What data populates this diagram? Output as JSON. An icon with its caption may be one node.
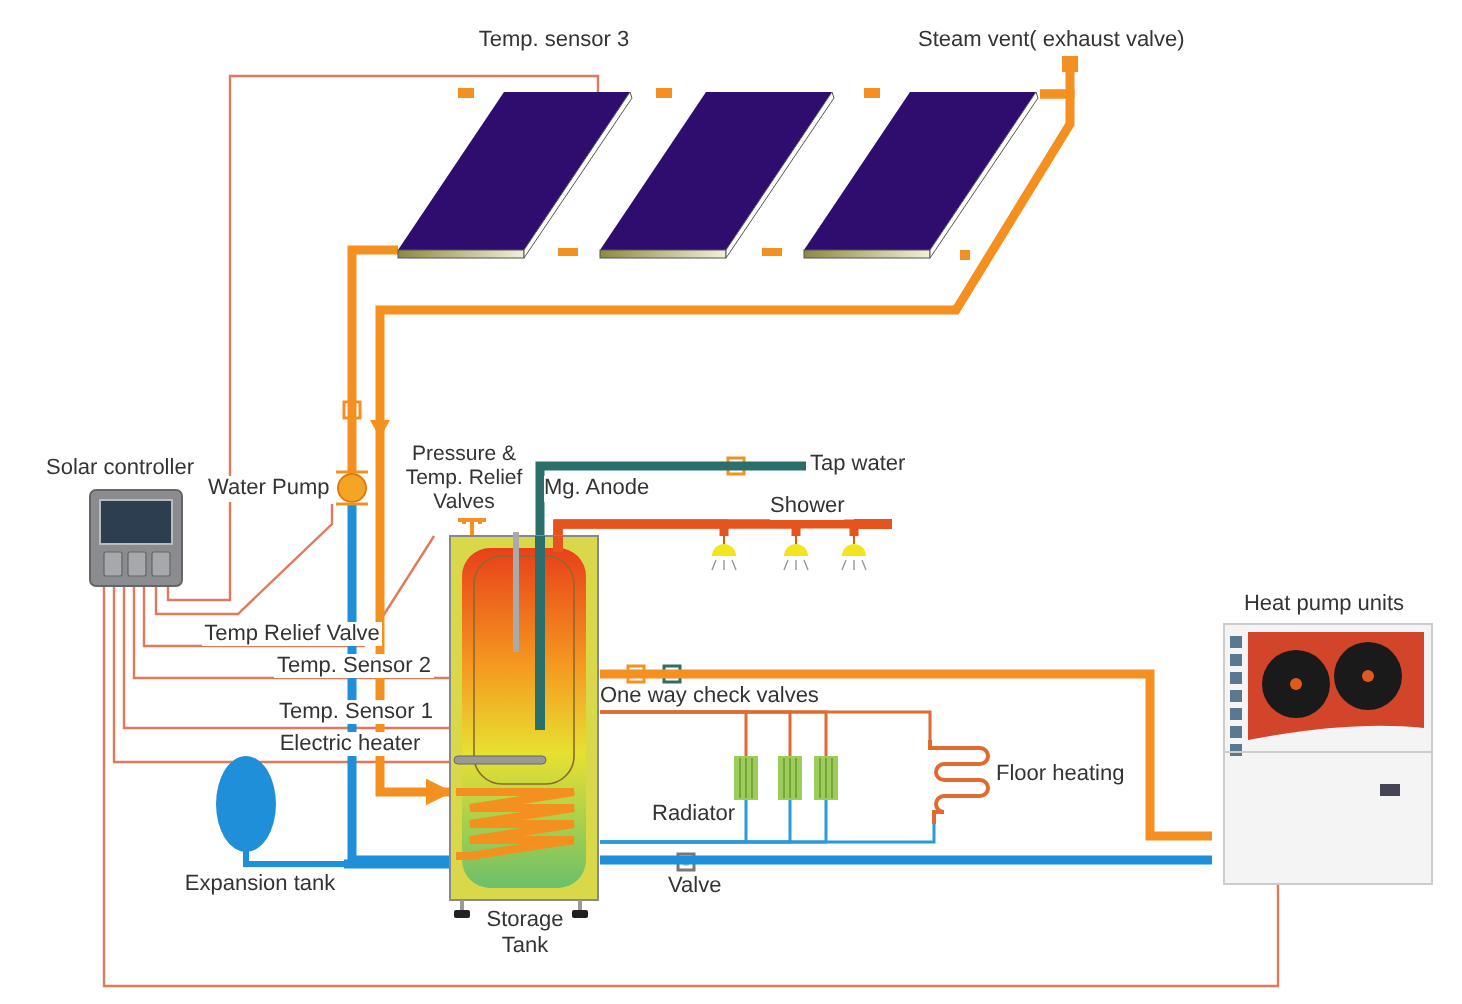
{
  "diagram": {
    "nodes": [
      {
        "text": [],
        "shape": "picture"
      },
      {
        "text": [],
        "shape": "picture"
      },
      {
        "text": [],
        "shape": "picture"
      },
      {
        "text": [
          "Solar controller"
        ]
      },
      {
        "text": [
          "Water Pump"
        ]
      },
      {
        "text": [
          "Pressure & Temp. Relief Valves"
        ]
      },
      {
        "text": [
          "Storage Tank"
        ]
      },
      {
        "text": [
          "Expansion tank"
        ]
      },
      {
        "text": [
          "Heat pump units"
        ]
      },
      {
        "text": [
          "Steam vent( exhaust valve)"
        ]
      },
      {
        "text": [
          "Tap water"
        ]
      },
      {
        "text": [],
        "shape": "picture"
      },
      {
        "text": [],
        "shape": "picture"
      },
      {
        "text": [],
        "shape": "picture"
      },
      {
        "text": [
          "Floor heating"
        ]
      },
      {
        "text": [],
        "shape": "picture"
      },
      {
        "text": [],
        "shape": "picture"
      },
      {
        "text": [],
        "shape": "picture"
      }
    ],
    "edges": [
      {
        "from": 3,
        "to": 0,
        "arrow": "none",
        "label": "Temp. sensor 3"
      },
      {
        "from": 3,
        "to": 4,
        "arrow": "none"
      },
      {
        "from": 3,
        "to": 5,
        "arrow": "none",
        "label": "Temp  Relief Valve"
      },
      {
        "from": 3,
        "to": 6,
        "arrow": "none",
        "label": "Temp.  Sensor 2"
      },
      {
        "from": 3,
        "to": 6,
        "arrow": "none",
        "label": "Temp.  Sensor 1"
      },
      {
        "from": 3,
        "to": 6,
        "arrow": "none",
        "label": "Electric heater"
      },
      {
        "from": 3,
        "to": 8,
        "arrow": "none"
      },
      {
        "from": 0,
        "to": 4,
        "arrow": "none",
        "style": "thick",
        "color": "#f39020"
      },
      {
        "from": 4,
        "to": 6,
        "arrow": "none",
        "style": "thick",
        "color": "#1e8fd8"
      },
      {
        "from": 7,
        "to": 6,
        "arrow": "none",
        "style": "thick",
        "color": "#1e8fd8"
      },
      {
        "from": 2,
        "to": 6,
        "arrow": "to",
        "style": "thick",
        "color": "#f39020"
      },
      {
        "from": 10,
        "to": 6,
        "arrow": "none",
        "style": "thick",
        "color": "#2b6e6a"
      },
      {
        "from": 6,
        "to": 11,
        "arrow": "none",
        "style": "thick",
        "color": "#e5531f"
      },
      {
        "from": 6,
        "to": 12,
        "arrow": "none",
        "style": "thick",
        "color": "#e5531f"
      },
      {
        "from": 6,
        "to": 13,
        "arrow": "none",
        "style": "thick",
        "color": "#e5531f"
      },
      {
        "from": 6,
        "to": 14,
        "arrow": "none",
        "color": "#e06a30"
      },
      {
        "from": 6,
        "to": 15,
        "arrow": "none",
        "color": "#e06a30"
      },
      {
        "from": 6,
        "to": 16,
        "arrow": "none",
        "color": "#e06a30"
      },
      {
        "from": 6,
        "to": 17,
        "arrow": "none",
        "color": "#e06a30"
      },
      {
        "from": 14,
        "to": 6,
        "arrow": "none",
        "color": "#2a9ad8"
      },
      {
        "from": 15,
        "to": 6,
        "arrow": "none",
        "color": "#2a9ad8"
      },
      {
        "from": 16,
        "to": 6,
        "arrow": "none",
        "color": "#2a9ad8"
      },
      {
        "from": 17,
        "to": 6,
        "arrow": "none",
        "color": "#2a9ad8"
      },
      {
        "from": 6,
        "to": 8,
        "arrow": "none",
        "style": "thick",
        "color": "#f39020"
      },
      {
        "from": 8,
        "to": 6,
        "arrow": "none",
        "style": "thick",
        "color": "#1e8fd8"
      },
      {
        "from": 2,
        "to": 9,
        "arrow": "none",
        "style": "thick",
        "color": "#f39020"
      }
    ],
    "labels": [
      "Mg. Anode",
      "Shower",
      "One way check valves",
      "Radiator",
      "Valve"
    ]
  }
}
